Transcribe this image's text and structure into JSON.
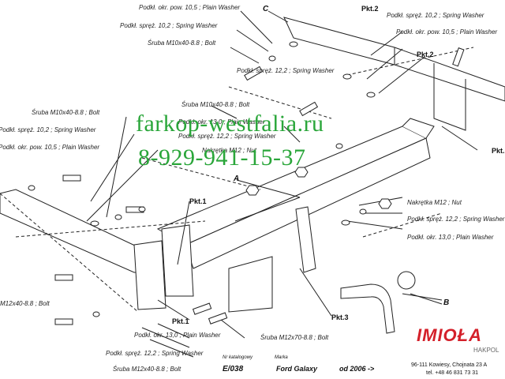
{
  "labels": {
    "top_washer": "Podkł. okr. pow. 10,5 ; Plain Washer",
    "top_spring": "Podkł. spręż. 10,2 ; Spring Washer",
    "top_bolt": "Śruba M10x40-8.8 ; Bolt",
    "right_spring": "Podkł. spręż. 10,2 ; Spring Washer",
    "right_washer": "Podkł. okr. pow. 10,5 ; Plain Washer",
    "mid_spring": "Podkł. spręż. 12,2 ; Spring Washer",
    "mid_bolt": "Śruba M10x40-8.8 ;  Bolt",
    "mid_plain13": "Podkł. okr. 13,0 ; Plain Washer",
    "mid_spring2": "Podkł. spręż. 12,2 ; Spring Washer",
    "mid_nut": "Nakrętka M12 ; Nut",
    "left_bolt": "Śruba M10x40-8.8 ;  Bolt",
    "left_spring": "Podkł. spręż. 10,2 ; Spring Washer",
    "left_washer": "Podkł. okr. pow. 10,5 ; Plain Washer",
    "left_bolt12": "M12x40-8.8 ;  Bolt",
    "bot_plain": "Podkł. okr. 13,0 ;  Plain Washer",
    "bot_spring": "Podkł. spręż. 12,2 ; Spring Washer",
    "bot_bolt": "Śruba M12x40-8.8 ;  Bolt",
    "m12x70": "Śruba M12x70-8.8 ;  Bolt",
    "r_nut": "Nakrętka  M12 ; Nut",
    "r_spring": "Podkł. spręż. 12,2 ; Spring Washer",
    "r_plain": "Podkł. okr. 13,0 ;  Plain Washer"
  },
  "points": {
    "pkt2_top": "Pkt.2",
    "pkt2_mid": "Pkt.2",
    "pkt1_top": "Pkt.1",
    "pkt1_bot": "Pkt.1",
    "pkt3": "Pkt.3",
    "pkt_right": "Pkt."
  },
  "letters": {
    "a": "A",
    "b": "B",
    "c": "C"
  },
  "watermark": {
    "site": "farkop-westfalia.ru",
    "phone": "8-929-941-15-37"
  },
  "footer": {
    "nr_katalogowy": "Nr katalogowy",
    "code": "E/038",
    "marka_label": "Marka",
    "model": "Ford Galaxy",
    "year": "od 2006 ->",
    "brand_main": "IMIOŁA",
    "brand_sub": "HAKPOL",
    "address": "96-111 Kowiesy, Chojnata 23 A",
    "phone": "tel. +48 46 831 73 31"
  },
  "colors": {
    "line": "#222222",
    "watermark": "#2aa63a",
    "brand": "#d4202a"
  }
}
